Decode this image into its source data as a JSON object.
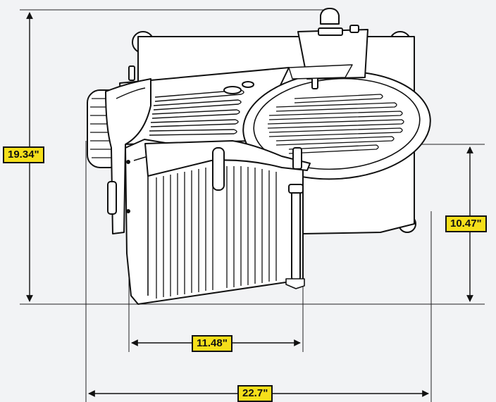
{
  "diagram": {
    "subject": "meat-slicer-top-view",
    "dimensions": {
      "height": "19.34\"",
      "blade_height": "10.47\"",
      "carriage_width": "11.48\"",
      "overall_width": "22.7\""
    },
    "colors": {
      "background": "#f2f3f5",
      "label_fill": "#f5df1a",
      "line": "#111111",
      "body_fill": "#ffffff"
    }
  }
}
